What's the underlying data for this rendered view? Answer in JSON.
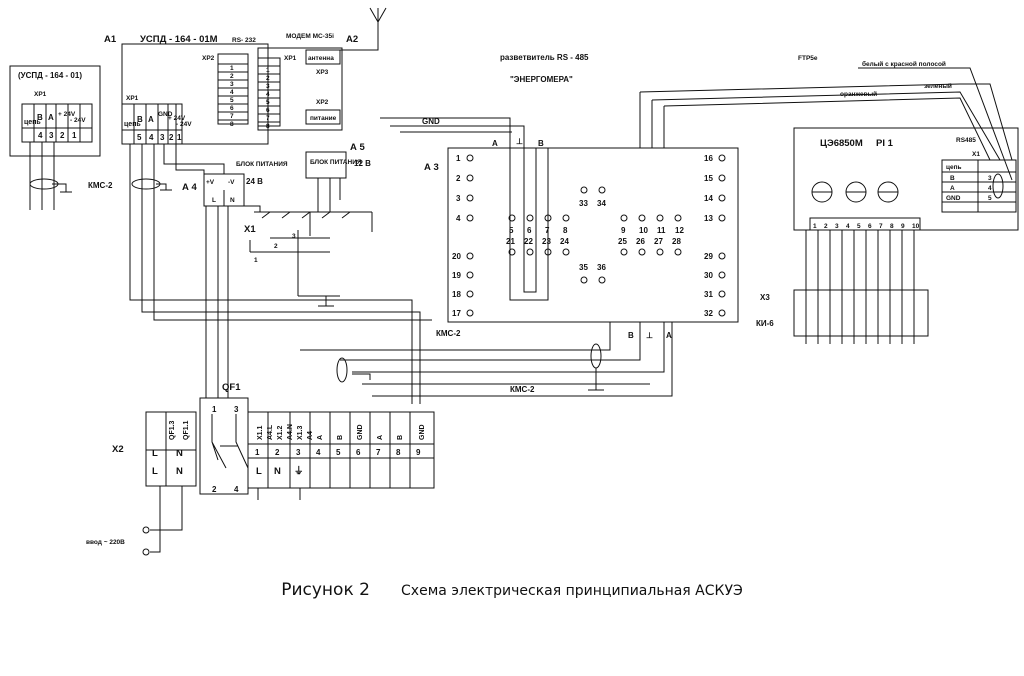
{
  "blocks": {
    "a1": {
      "tag": "A1",
      "title": "УСПД - 164 - 01М",
      "rs232": "RS- 232",
      "xp1": "XP1",
      "xp2": "XP2",
      "pins": [
        "5",
        "4",
        "3",
        "2",
        "1"
      ],
      "sigs": [
        "цепь",
        "В",
        "А",
        "GND",
        "+ 24V",
        "- 24V"
      ],
      "xp2_pins": [
        "1",
        "2",
        "3",
        "4",
        "5",
        "6",
        "7",
        "8"
      ]
    },
    "uspd01": {
      "title": "(УСПД - 164 - 01)",
      "xp1": "XP1",
      "sigs": [
        "цепь",
        "В",
        "А",
        "+ 24V",
        "- 24V"
      ],
      "pins": [
        "4",
        "3",
        "2",
        "1"
      ]
    },
    "modem": {
      "tag": "A2",
      "title": "МОДЕМ МС-35i",
      "xp1": "XP1",
      "xp3": "XP3",
      "xp2": "XP2",
      "antenna": "антенна",
      "power": "питание",
      "pins": [
        "1",
        "2",
        "3",
        "4",
        "5",
        "6",
        "7",
        "8"
      ]
    },
    "a4": {
      "tag": "А 4",
      "title": "БЛОК ПИТАНИЯ",
      "voltage": "24 В",
      "plus": "+V",
      "minus": "-V",
      "l": "L",
      "n": "N"
    },
    "a5": {
      "tag": "А 5",
      "title": "БЛОК ПИТАНИЯ",
      "voltage": "12 В"
    },
    "kms_left": "КМС-2",
    "x1": {
      "tag": "X1",
      "pins": [
        "1",
        "2",
        "3"
      ]
    },
    "splitter": {
      "title": "разветвитель  RS - 485",
      "brand": "\"ЭНЕРГОМЕРА\"",
      "tag": "А 3",
      "gnd": "GND",
      "a": "А",
      "b": "В",
      "left_pins": [
        "1",
        "2",
        "3",
        "4"
      ],
      "left_pins2": [
        "20",
        "19",
        "18",
        "17"
      ],
      "right_pins": [
        "16",
        "15",
        "14",
        "13"
      ],
      "right_pins2": [
        "29",
        "30",
        "31",
        "32"
      ],
      "top_pins": [
        "5",
        "6",
        "7",
        "8",
        "9",
        "10",
        "11",
        "12"
      ],
      "bot_pins": [
        "21",
        "22",
        "23",
        "24",
        "25",
        "26",
        "27",
        "28"
      ],
      "mid_top": [
        "33",
        "34"
      ],
      "mid_bot": [
        "35",
        "36"
      ],
      "kms": "КМС-2",
      "bottom_b": "В",
      "bottom_a": "А",
      "kms_bottom": "КМС-2"
    },
    "meter": {
      "title": "ЦЭ6850М",
      "pi": "PI 1",
      "rs485": "RS485",
      "x1": "X1",
      "pins": [
        "1",
        "2",
        "3",
        "4",
        "5",
        "6",
        "7",
        "8",
        "9",
        "10"
      ],
      "table": [
        [
          "цепь",
          ""
        ],
        [
          "В",
          "3"
        ],
        [
          "А",
          "4"
        ],
        [
          "GND",
          "5"
        ]
      ]
    },
    "ftp": {
      "label": "FTP5e",
      "white": "белый с красной полосой",
      "green": "зеленый",
      "orange": "оранжевый"
    },
    "x3": {
      "tag": "X3",
      "type": "КИ-6"
    },
    "qf1": {
      "tag": "QF1",
      "pins": [
        "1",
        "3",
        "2",
        "4"
      ]
    },
    "x2": {
      "tag": "X2",
      "cols": [
        "QF1.3",
        "QF1.1",
        "X1.1",
        "A4.L",
        "X1.2",
        "A4.N",
        "X1.3",
        "A4",
        "A",
        "B",
        "GND",
        "A",
        "B",
        "GND"
      ],
      "nums": [
        "1",
        "2",
        "3",
        "4",
        "5",
        "6",
        "7",
        "8",
        "9"
      ],
      "left_l": "L",
      "left_n": "N",
      "mid_l": "L",
      "mid_n": "N"
    },
    "input": "ввод ~ 220В"
  },
  "caption": {
    "label": "Рисунок 2",
    "text": "Схема электрическая принципиальная АСКУЭ"
  }
}
